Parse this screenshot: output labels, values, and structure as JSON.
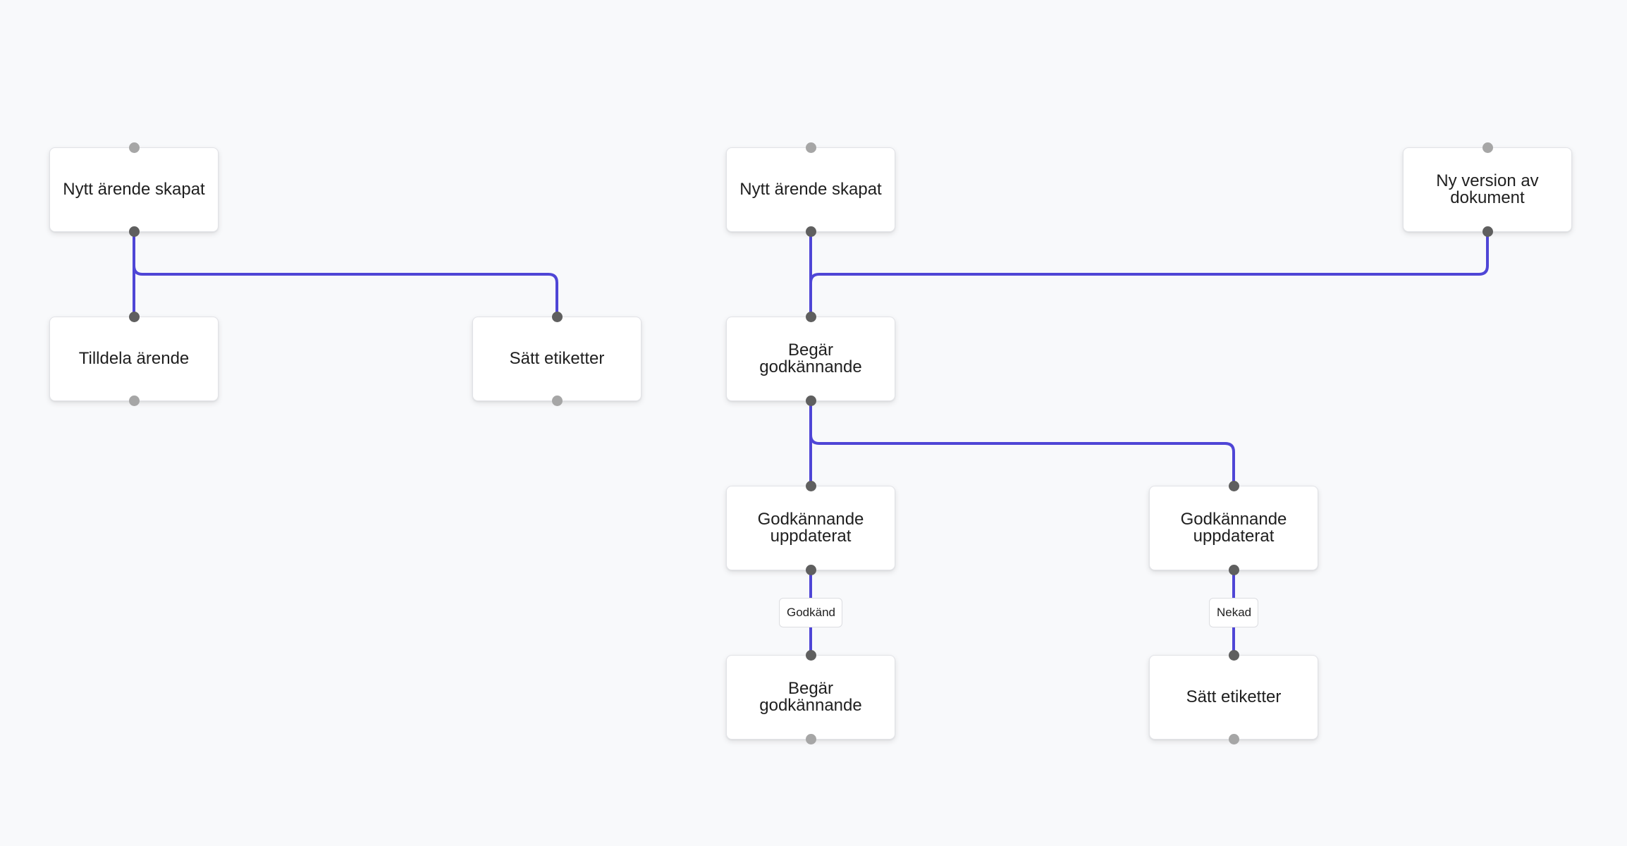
{
  "colors": {
    "background": "#f8f9fb",
    "edge": "#4f46d6",
    "handle_connected": "#5f5f5f",
    "handle_free": "#a6a6a6"
  },
  "nodes": [
    {
      "id": "n1",
      "label": "Nytt ärende skapat"
    },
    {
      "id": "n2",
      "label": "Tilldela ärende"
    },
    {
      "id": "n3",
      "label": "Sätt etiketter"
    },
    {
      "id": "n4",
      "label": "Nytt ärende skapat"
    },
    {
      "id": "n5",
      "label": "Ny version av dokument"
    },
    {
      "id": "n6",
      "label": "Begär godkännande"
    },
    {
      "id": "n7",
      "label": "Godkännande uppdaterat"
    },
    {
      "id": "n8",
      "label": "Godkännande uppdaterat"
    },
    {
      "id": "n9",
      "label": "Begär godkännande"
    },
    {
      "id": "n10",
      "label": "Sätt etiketter"
    }
  ],
  "edges": [
    {
      "from": "n1",
      "to": "n2"
    },
    {
      "from": "n1",
      "to": "n3"
    },
    {
      "from": "n4",
      "to": "n6"
    },
    {
      "from": "n5",
      "to": "n6"
    },
    {
      "from": "n6",
      "to": "n7"
    },
    {
      "from": "n6",
      "to": "n8"
    },
    {
      "from": "n7",
      "to": "n9",
      "label": "Godkänd"
    },
    {
      "from": "n8",
      "to": "n10",
      "label": "Nekad"
    }
  ]
}
